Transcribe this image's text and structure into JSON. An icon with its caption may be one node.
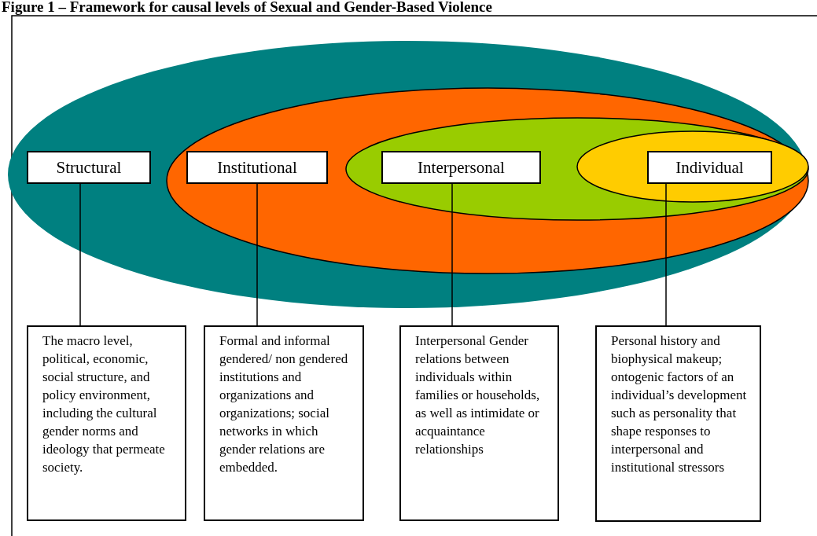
{
  "diagram": {
    "title": "Figure 1 – Framework for causal levels of Sexual and Gender-Based Violence",
    "nodes": [
      {
        "text": [
          "Structural"
        ]
      },
      {
        "text": [
          "Institutional"
        ]
      },
      {
        "text": [
          "Interpersonal"
        ]
      },
      {
        "text": [
          "Individual"
        ]
      },
      {
        "text": [
          "The macro level, political, economic, social structure, and policy environment, including the cultural gender norms and ideology that permeate society."
        ]
      },
      {
        "text": [
          "Formal and informal gendered/ non gendered institutions and organizations and organizations; social networks in which gender relations are embedded."
        ]
      },
      {
        "text": [
          "Interpersonal Gender relations between individuals within families or households, as well as intimidate or acquaintance relationships"
        ]
      },
      {
        "text": [
          "Personal history and biophysical makeup; ontogenic factors of an individual’s development such as personality that shape responses to interpersonal and institutional stressors"
        ]
      }
    ],
    "edges": [
      {
        "from": 0,
        "to": 4,
        "arrow": "none"
      },
      {
        "from": 1,
        "to": 5,
        "arrow": "none"
      },
      {
        "from": 2,
        "to": 6,
        "arrow": "none"
      },
      {
        "from": 3,
        "to": 7,
        "arrow": "none"
      }
    ]
  }
}
